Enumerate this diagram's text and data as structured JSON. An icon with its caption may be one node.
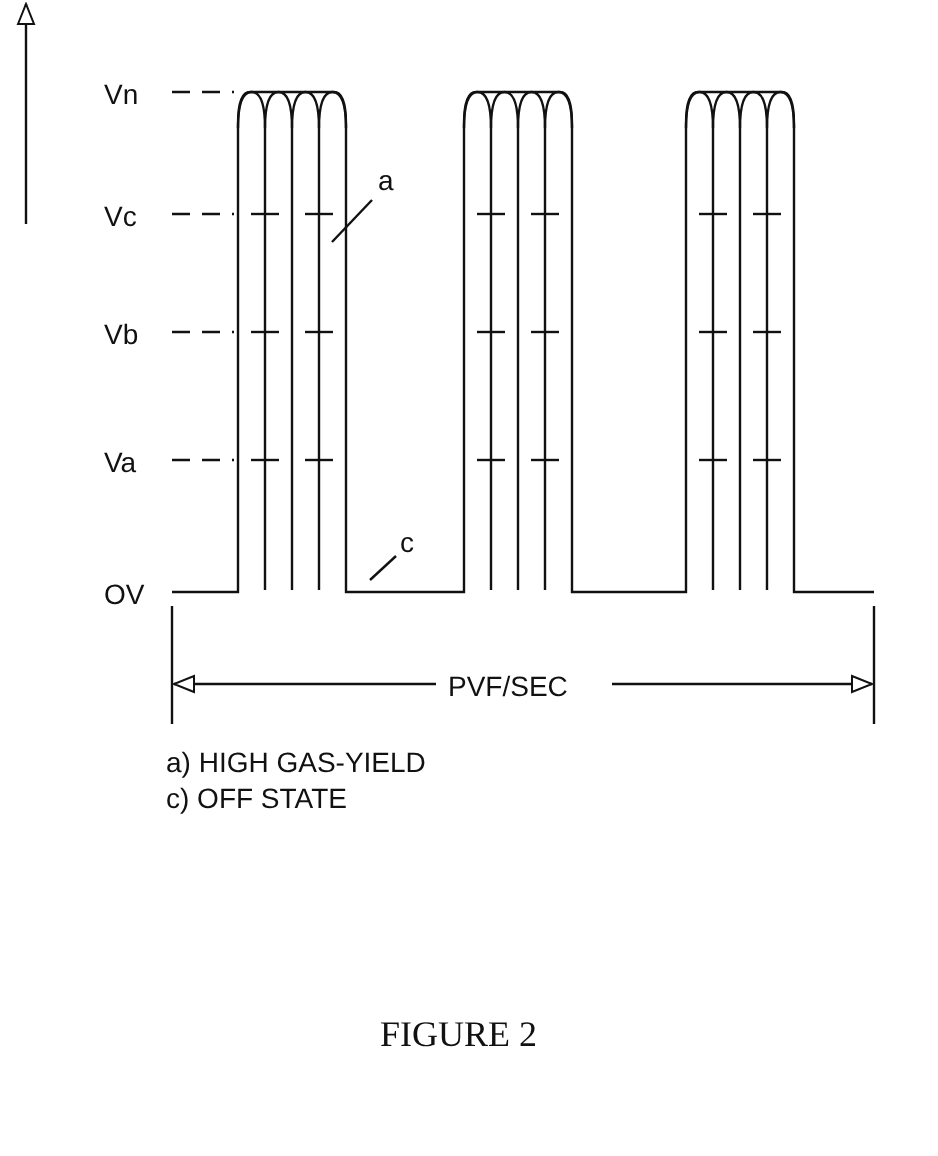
{
  "diagram": {
    "caption": "FIGURE 2",
    "nodes": [
      {
        "text": [
          "a"
        ]
      },
      {
        "text": [
          "c"
        ]
      }
    ],
    "edges": [
      {
        "from": 0,
        "to": null,
        "arrow": "none"
      },
      {
        "from": 1,
        "to": null,
        "arrow": "none"
      }
    ],
    "labels": [
      "Vn",
      "Vc",
      "Vb",
      "Va",
      "OV",
      "PVF/SEC",
      "a) HIGH GAS-YIELD",
      "c) OFF STATE"
    ]
  }
}
